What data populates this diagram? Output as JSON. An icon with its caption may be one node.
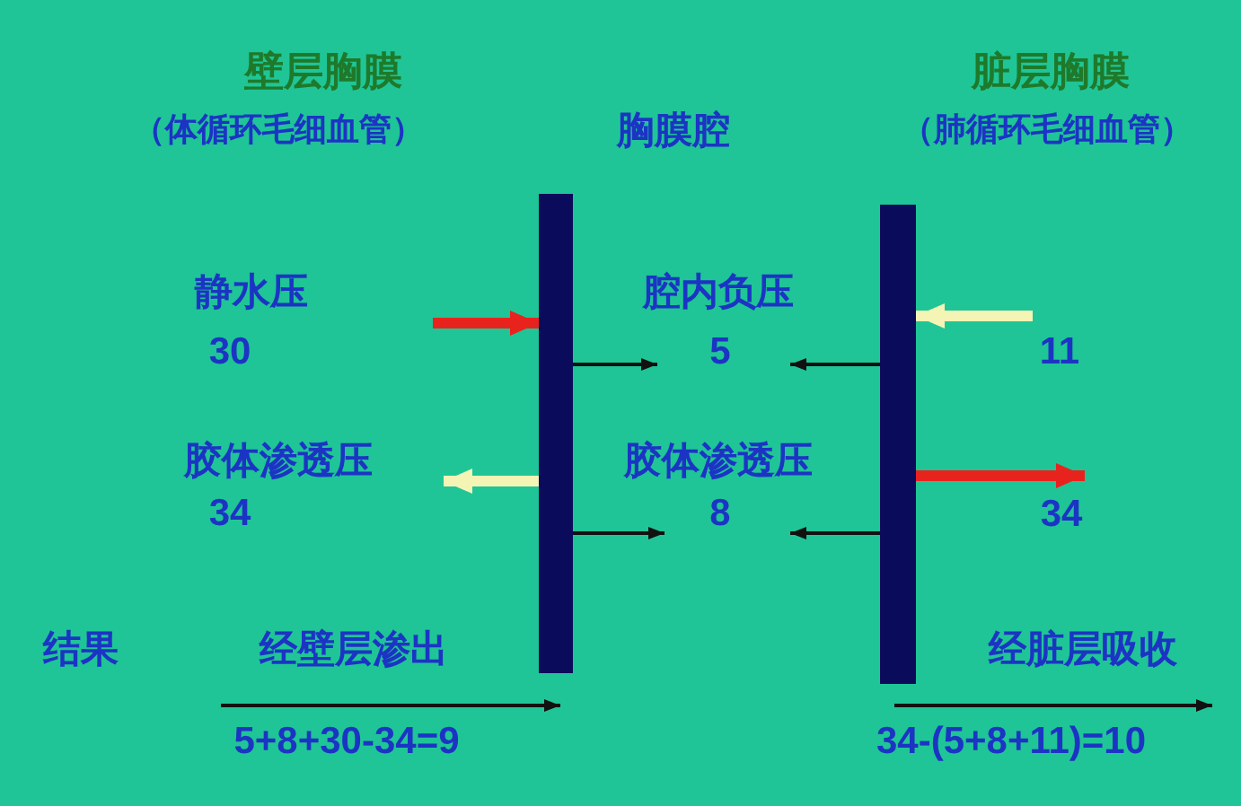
{
  "diagram": {
    "nodes": [
      {
        "text": [],
        "shape": "bar"
      },
      {
        "text": [],
        "shape": "bar"
      },
      {
        "text": [
          "34"
        ]
      }
    ],
    "edges": [
      {
        "from": null,
        "to": 0,
        "arrow": "to",
        "style": "thick",
        "color": "#e8231e"
      },
      {
        "from": 0,
        "to": null,
        "arrow": "to",
        "style": "thick",
        "color": "#f4f4b4"
      },
      {
        "from": 0,
        "to": null,
        "arrow": "to"
      },
      {
        "from": 1,
        "to": null,
        "arrow": "to"
      },
      {
        "from": 0,
        "to": null,
        "arrow": "to"
      },
      {
        "from": 1,
        "to": null,
        "arrow": "to"
      },
      {
        "from": null,
        "to": 1,
        "arrow": "to",
        "style": "thick",
        "color": "#f4f4b4"
      },
      {
        "from": 1,
        "to": 2,
        "arrow": "to",
        "style": "thick",
        "color": "#e8231e"
      }
    ],
    "labels": [
      "壁层胸膜",
      "脏层胸膜",
      "（体循环毛细血管）",
      "胸膜腔",
      "（肺循环毛细血管）",
      "静水压",
      "腔内负压",
      "30",
      "5",
      "11",
      "胶体渗透压",
      "34",
      "胶体渗透压",
      "8",
      "结果",
      "经壁层渗出",
      "经脏层吸收",
      "5+8+30-34=9",
      "34-(5+8+11)=10"
    ]
  }
}
